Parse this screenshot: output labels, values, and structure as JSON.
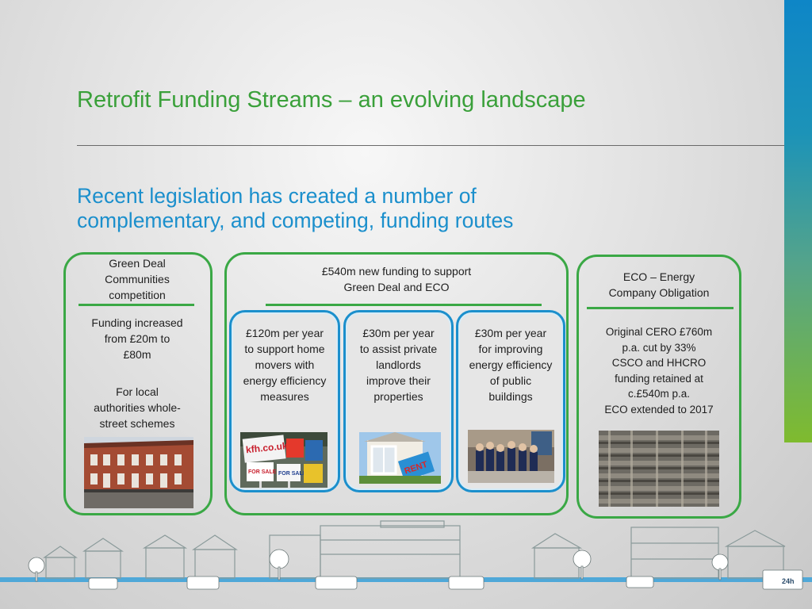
{
  "slide": {
    "title": "Retrofit Funding Streams – an evolving landscape",
    "subtitle_line1": "Recent legislation has created a number of",
    "subtitle_line2": "complementary, and competing, funding routes"
  },
  "left_panel": {
    "heading": [
      "Green Deal",
      "Communities",
      "competition"
    ],
    "body1": [
      "Funding increased",
      "from £20m to",
      "£80m"
    ],
    "body2": [
      "For local",
      "authorities whole-",
      "street schemes"
    ]
  },
  "center_panel": {
    "heading": [
      "£540m new funding to support",
      "Green Deal and ECO"
    ],
    "boxes": [
      {
        "lines": [
          "£120m per year",
          "to support home",
          "movers with",
          "energy efficiency",
          "measures"
        ]
      },
      {
        "lines": [
          "£30m per year",
          "to assist private",
          "landlords",
          "improve their",
          "properties"
        ]
      },
      {
        "lines": [
          "£30m per year",
          "for improving",
          "energy efficiency",
          "of public",
          "buildings"
        ]
      }
    ],
    "photo_signs": {
      "site": "kfh.co.uk",
      "for_sale": "FOR SALE",
      "rent": "RENT"
    }
  },
  "right_panel": {
    "heading": [
      "ECO – Energy",
      "Company Obligation"
    ],
    "body": [
      "Original CERO £760m",
      "p.a. cut by 33%",
      "CSCO and HHCRO",
      "funding retained at",
      "c.£540m p.a.",
      "ECO extended to 2017"
    ]
  },
  "footer": {
    "van_logo": "24h"
  },
  "colors": {
    "title_green": "#3aa03a",
    "subtitle_blue": "#1b8fcc",
    "panel_green": "#3aa845",
    "box_blue": "#1b8fcc"
  }
}
